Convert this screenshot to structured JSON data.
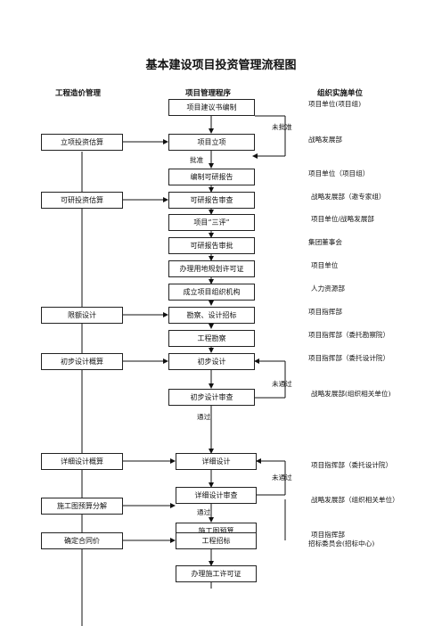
{
  "title": "基本建设项目投资管理流程图",
  "columns": {
    "cost": "工程造价管理",
    "program": "项目管理程序",
    "org": "组织实施单位"
  },
  "left_boxes": {
    "estimate": "立项投资估算",
    "feasibility_estimate": "可研投资估算",
    "limit_design": "限额设计",
    "prelim_budget": "初步设计概算",
    "detail_budget": "详细设计概算",
    "construction_budget": "施工图预算分解",
    "contract_price": "确定合同价"
  },
  "center_boxes": {
    "proposal": "项目建议书编制",
    "approval": "项目立项",
    "feasibility": "编制可研报告",
    "feasibility_review": "可研报告审查",
    "three_reviews": "项目“三评”",
    "feasibility_approval": "可研报告审批",
    "planning_permit": "办理用地规划许可证",
    "organization": "成立项目组织机构",
    "survey_tender": "勘察、设计招标",
    "survey": "工程勘察",
    "prelim_design": "初步设计",
    "prelim_review": "初步设计审查",
    "detail_design": "详细设计",
    "detail_review": "详细设计审查",
    "construction_drawing": "施工图预算",
    "tender": "工程招标",
    "construction_permit": "办理施工许可证"
  },
  "org_labels": {
    "o1": "项目单位(项目组)",
    "o2": "战略发展部",
    "o3": "项目单位（项目组）",
    "o4": "战略发展部（邀专家组）",
    "o5": "项目单位/战略发展部",
    "o6": "集团董事会",
    "o7": "项目单位",
    "o8": "人力资源部",
    "o9": "项目指挥部",
    "o10": "项目指挥部（委托勘察院）",
    "o11": "项目指挥部（委托设计院）",
    "o12": "战略发展部(组织相关单位)",
    "o13": "项目指挥部（委托设计院）",
    "o14": "战略发展部（组织相关单位）",
    "o15": "项目指挥部",
    "o16": "招标委员会(招标中心)"
  },
  "edge_labels": {
    "not_approved": "未批准",
    "approved": "批准",
    "not_passed_1": "未通过",
    "passed_1": "通过",
    "not_passed_2": "未通过",
    "passed_2": "通过"
  }
}
